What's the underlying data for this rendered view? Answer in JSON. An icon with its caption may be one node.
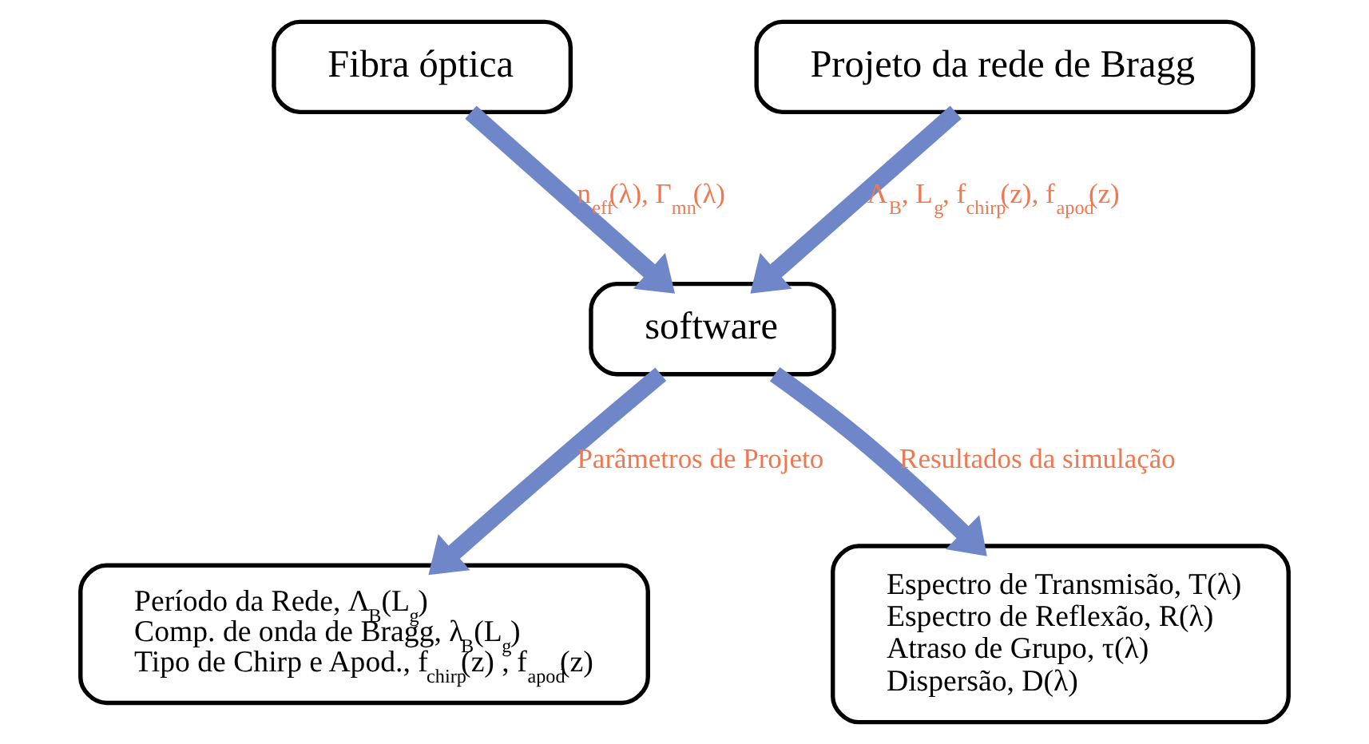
{
  "diagram": {
    "nodes": [
      {
        "text": [
          "Fibra óptica"
        ]
      },
      {
        "text": [
          "Projeto da rede de Bragg"
        ]
      },
      {
        "text": [
          "software"
        ]
      },
      {
        "text": [
          "Período da Rede, Λ$_{B}$(L$_{g}$)",
          "Comp. de onda de Bragg, λ$_{B}$(L$_{g}$)",
          "Tipo de Chirp e Apod., f$_{chirp}$(z) , f$_{apod}$(z)"
        ]
      },
      {
        "text": [
          "Espectro de Transmisão, T(λ)",
          "Espectro de Reflexão, R(λ)",
          "Atraso de Grupo, τ(λ)",
          "Dispersão, D(λ)"
        ]
      }
    ],
    "edges": [
      {
        "from": 0,
        "to": 2,
        "arrow": "to",
        "label": "n$_{eff}$(λ), Γ$_{mn}$(λ)"
      },
      {
        "from": 1,
        "to": 2,
        "arrow": "to",
        "label": "Λ$_{B}$, L$_{g}$, f$_{chirp}$(z), f$_{apod}$(z)"
      },
      {
        "from": 2,
        "to": 3,
        "arrow": "to",
        "label": "Parâmetros de Projeto"
      },
      {
        "from": 2,
        "to": 4,
        "arrow": "to",
        "label": "Resultados da simulação"
      }
    ]
  }
}
